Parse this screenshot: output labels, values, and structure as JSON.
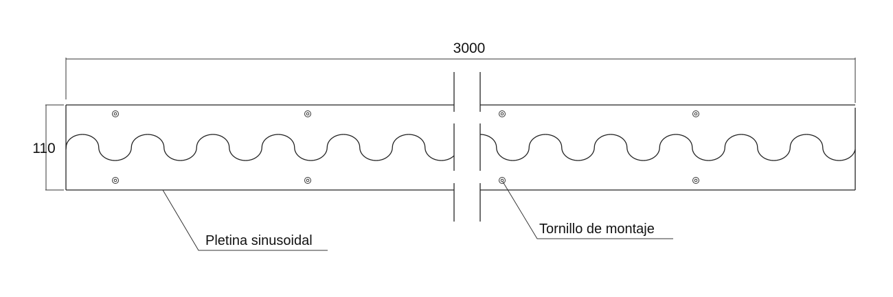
{
  "dimensions": {
    "length_label": "3000",
    "height_label": "110"
  },
  "labels": {
    "strip": "Pletina sinusoidal",
    "screw": "Tornillo de montaje"
  },
  "colors": {
    "line": "#222222",
    "background": "#ffffff"
  }
}
